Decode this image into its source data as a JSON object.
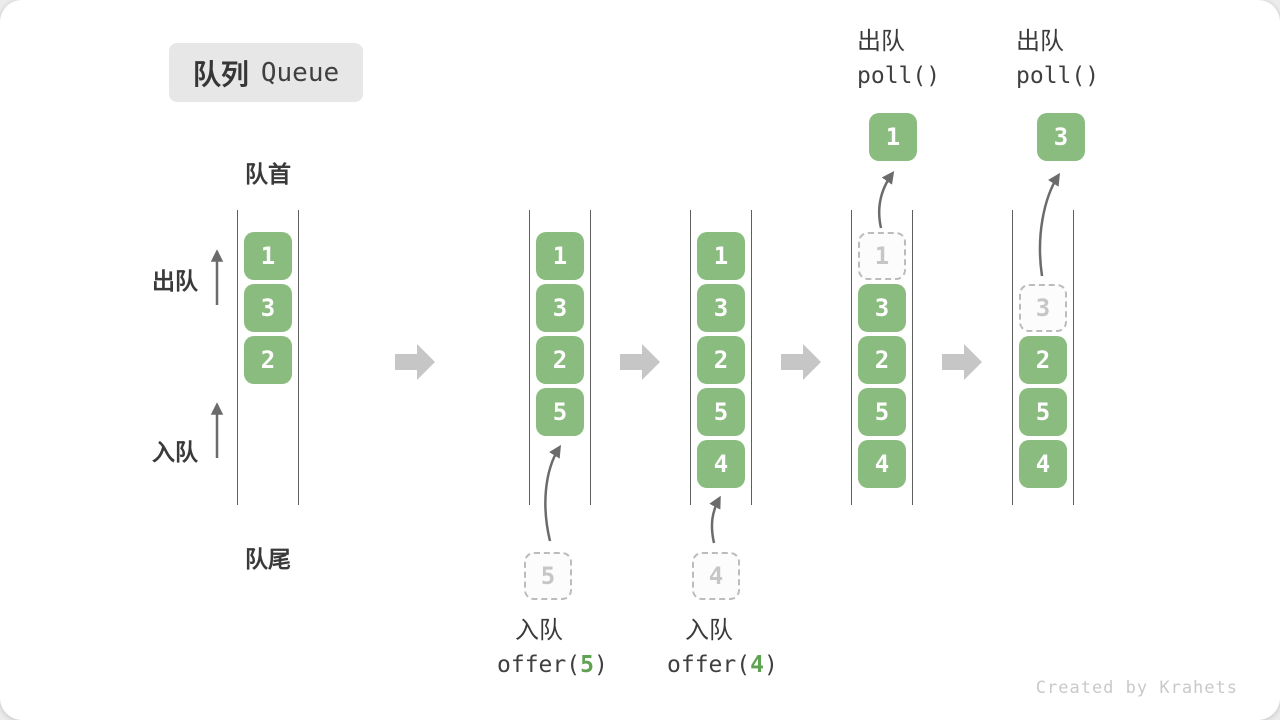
{
  "title": {
    "zh": "队列",
    "en": "Queue"
  },
  "side_labels": {
    "front": "队首",
    "rear": "队尾",
    "dequeue": "出队",
    "enqueue": "入队"
  },
  "colors": {
    "box_green": "#8abc7f",
    "code_green": "#5fa352",
    "dashed_gray": "#bcbcbc",
    "thin_arrow_gray": "#6b6b6b",
    "block_arrow_gray": "#c6c6c6"
  },
  "states": [
    {
      "name": "initial",
      "slots": [
        "1",
        "3",
        "2"
      ]
    },
    {
      "name": "after-offer-5",
      "slots": [
        "1",
        "3",
        "2",
        "5"
      ],
      "pending": "5",
      "caption": {
        "zh": "入队",
        "code_prefix": "offer(",
        "code_arg": "5",
        "code_suffix": ")"
      }
    },
    {
      "name": "after-offer-4",
      "slots": [
        "1",
        "3",
        "2",
        "5",
        "4"
      ],
      "pending": "4",
      "caption": {
        "zh": "入队",
        "code_prefix": "offer(",
        "code_arg": "4",
        "code_suffix": ")"
      }
    },
    {
      "name": "after-poll-1",
      "removed": "1",
      "slots": [
        "3",
        "2",
        "5",
        "4"
      ],
      "result": "1",
      "caption": {
        "zh": "出队",
        "code": "poll()"
      }
    },
    {
      "name": "after-poll-3",
      "removed": "3",
      "slots": [
        "2",
        "5",
        "4"
      ],
      "result": "3",
      "caption": {
        "zh": "出队",
        "code": "poll()"
      }
    }
  ],
  "watermark": "Created by Krahets"
}
